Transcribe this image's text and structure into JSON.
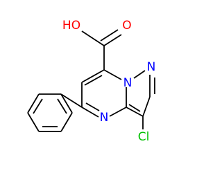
{
  "molecule": {
    "atoms": {
      "hydroxyl": "HO",
      "carbonyl_oxygen": "O",
      "bridge_nitrogen": "N",
      "pyrazole_nitrogen": "N",
      "pyrimidine_nitrogen": "N",
      "chlorine": "Cl"
    },
    "colors": {
      "bond": "#000000",
      "oxygen": "#ff0000",
      "nitrogen": "#0000ff",
      "chlorine": "#00c000"
    }
  }
}
